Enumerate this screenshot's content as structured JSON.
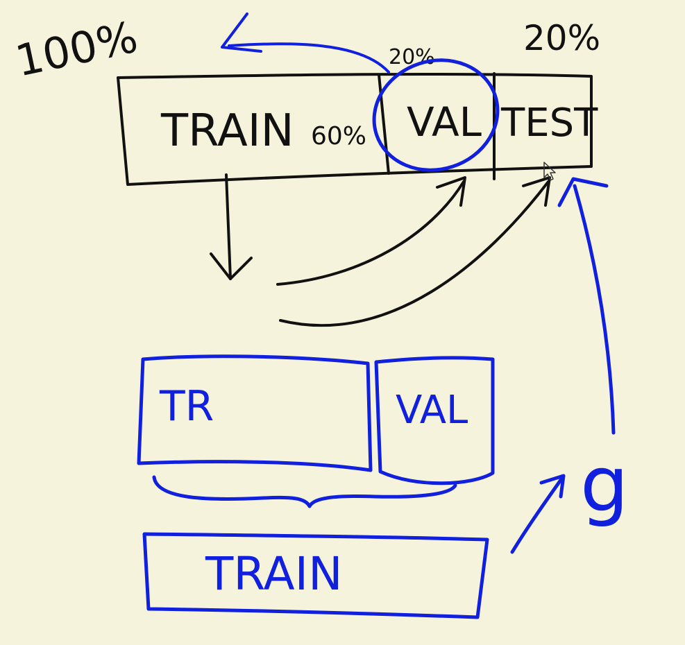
{
  "colors": {
    "background": "#f6f3dc",
    "black_ink": "#111111",
    "blue_ink": "#1020dd"
  },
  "top_split": {
    "total_label": "100%",
    "train_label": "TRAIN",
    "train_percent": "60%",
    "val_label": "VAL",
    "val_percent": "20%",
    "test_label": "TEST",
    "test_percent": "20%"
  },
  "bottom_split": {
    "tr_label": "TR",
    "val_label": "VAL",
    "train_label": "TRAIN",
    "model_label": "g"
  },
  "icons": [
    "mouse-cursor-icon"
  ]
}
